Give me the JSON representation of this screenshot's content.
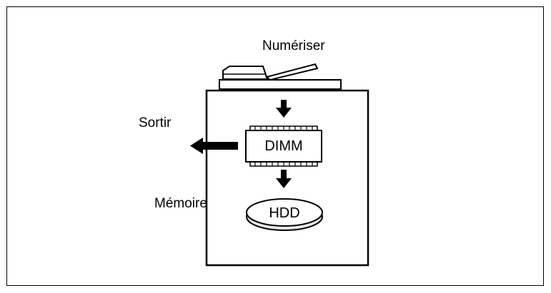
{
  "labels": {
    "scan": "Numériser",
    "output": "Sortir",
    "memory": "Mémoire",
    "dimm": "DIMM",
    "hdd": "HDD"
  },
  "icons": {
    "scanner": "scanner-icon",
    "machine": "machine-body",
    "dimm_chip": "memory-chip-icon",
    "hdd_disk": "hard-disk-icon",
    "arrow_down": "arrow-down-icon",
    "arrow_left": "arrow-left-icon"
  },
  "colors": {
    "line": "#000000",
    "fill": "#ffffff",
    "disk_shadow": "#e6e6e6"
  }
}
